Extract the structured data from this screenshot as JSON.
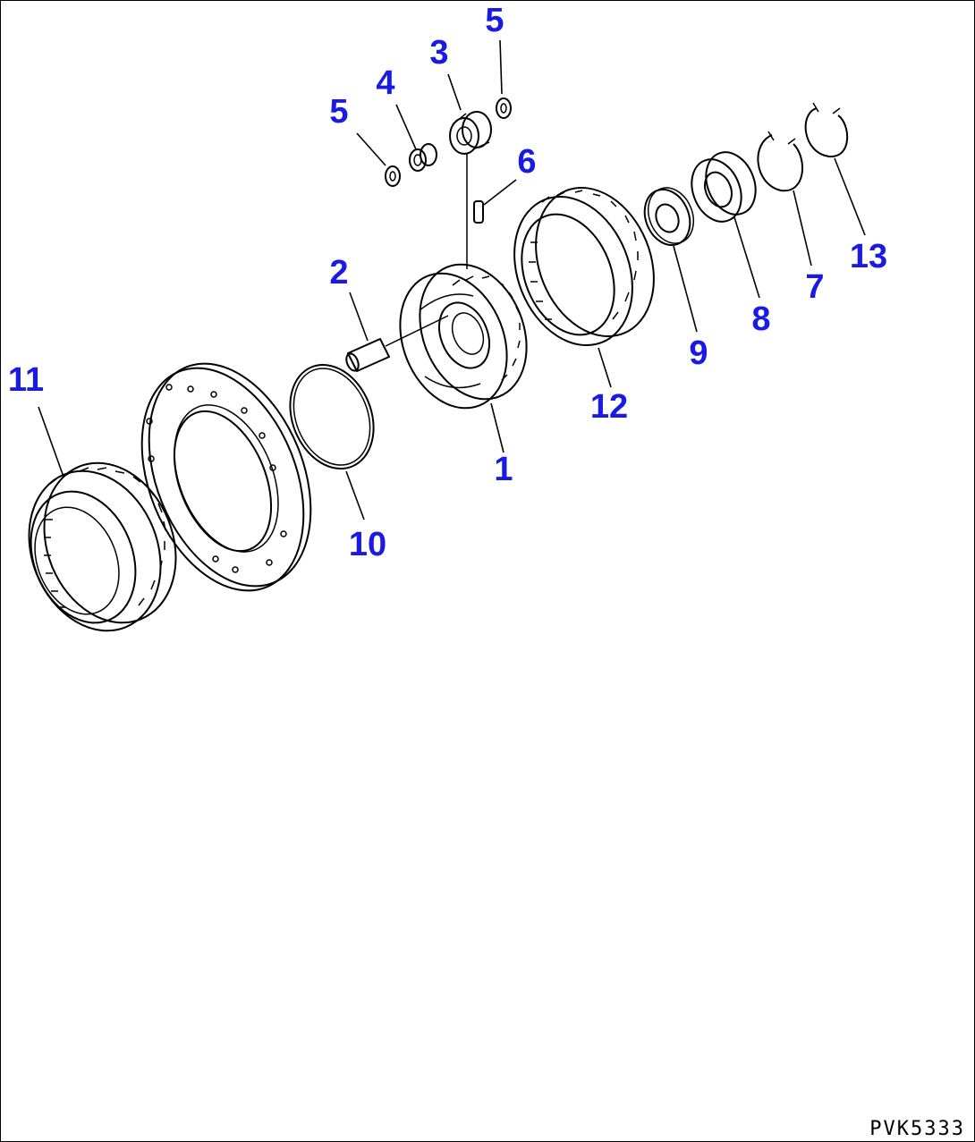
{
  "diagram": {
    "drawing_code": "PVK5333",
    "callout_color": "#1a1ae6",
    "callouts": [
      {
        "id": "c1",
        "label": "1"
      },
      {
        "id": "c2",
        "label": "2"
      },
      {
        "id": "c3",
        "label": "3"
      },
      {
        "id": "c4",
        "label": "4"
      },
      {
        "id": "c5a",
        "label": "5"
      },
      {
        "id": "c5b",
        "label": "5"
      },
      {
        "id": "c6",
        "label": "6"
      },
      {
        "id": "c7",
        "label": "7"
      },
      {
        "id": "c8",
        "label": "8"
      },
      {
        "id": "c9",
        "label": "9"
      },
      {
        "id": "c10",
        "label": "10"
      },
      {
        "id": "c11",
        "label": "11"
      },
      {
        "id": "c12",
        "label": "12"
      },
      {
        "id": "c13",
        "label": "13"
      }
    ]
  }
}
